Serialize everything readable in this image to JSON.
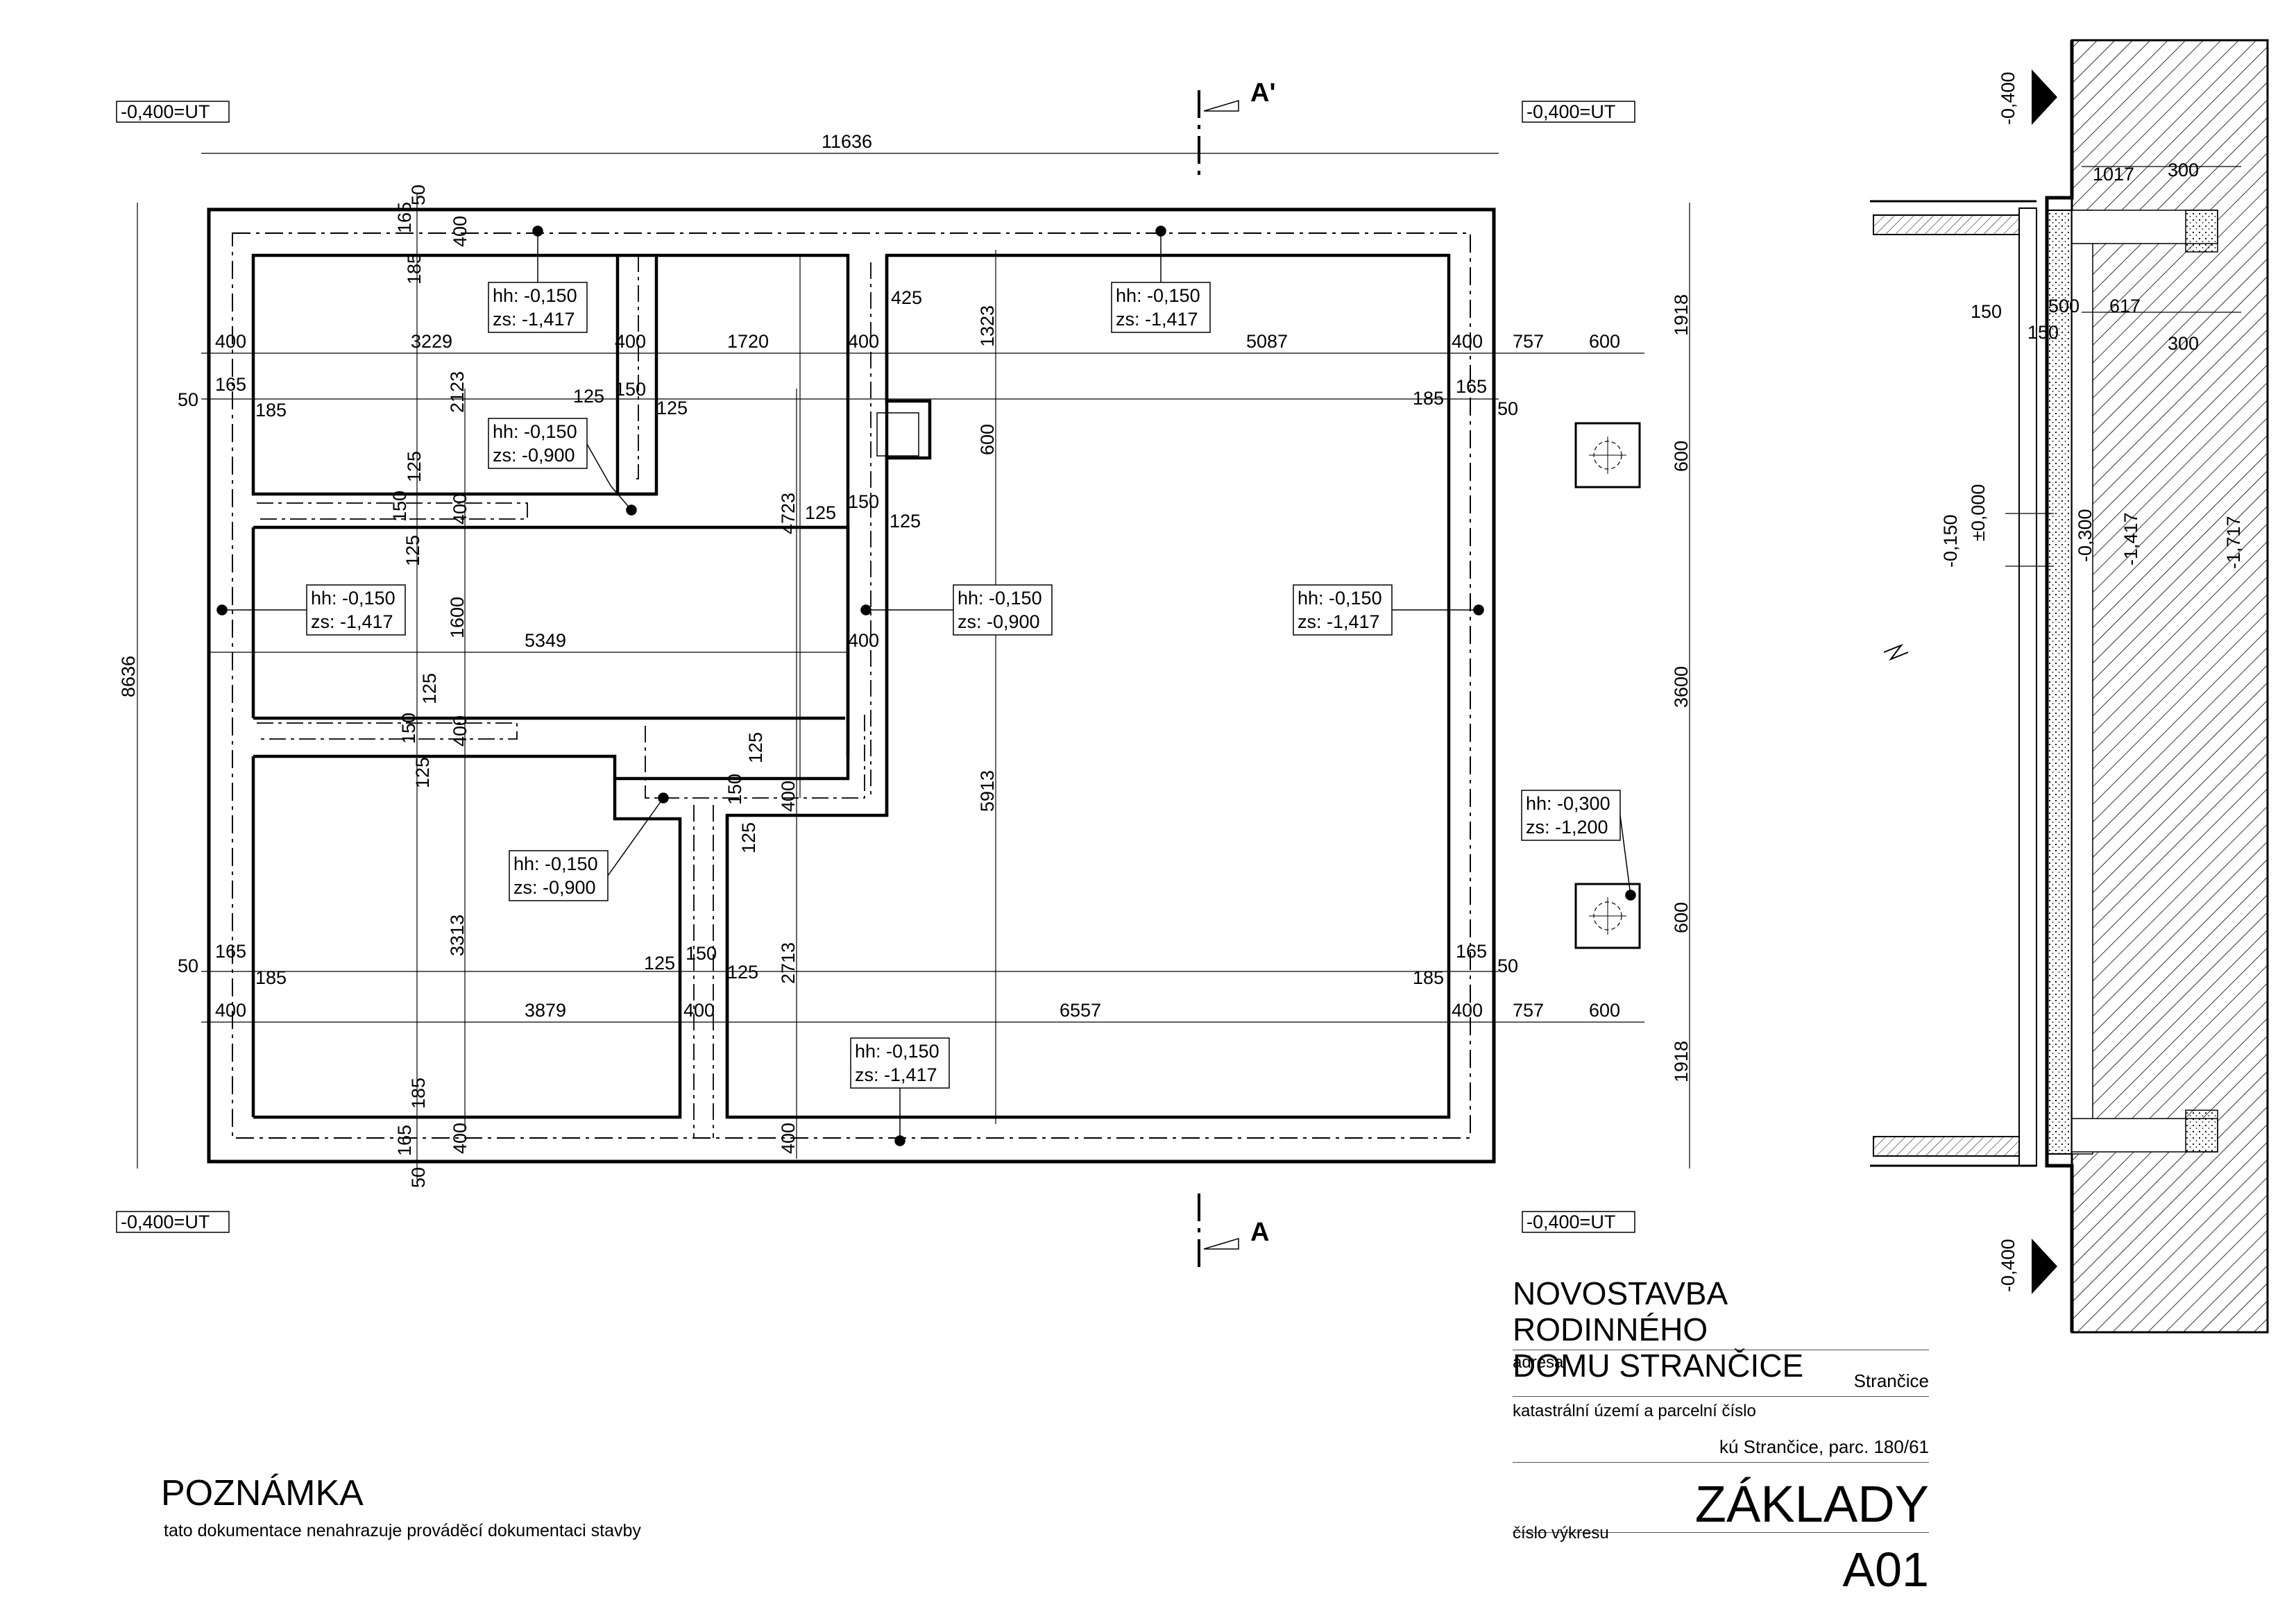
{
  "project": {
    "title_line1": "NOVOSTAVBA RODINNÉHO",
    "title_line2": "DOMU STRANČICE"
  },
  "title_block": {
    "address_label": "adresa",
    "address_value": "Strančice",
    "cadastre_label": "katastrální území a parcelní číslo",
    "cadastre_value": "kú Strančice, parc. 180/61",
    "drawing_title": "ZÁKLADY",
    "drawing_number_label": "číslo výkresu",
    "drawing_number": "A01"
  },
  "note": {
    "title": "POZNÁMKA",
    "text": "tato dokumentace nenahrazuje prováděcí dokumentaci stavby"
  },
  "section_marks": {
    "top": "A'",
    "bottom": "A"
  },
  "corner_levels": {
    "label": "-0,400=UT"
  },
  "dimensions": {
    "overall_width": "11636",
    "overall_height": "8636",
    "row1": [
      "400",
      "3229",
      "400",
      "1720",
      "400",
      "5087",
      "400",
      "757",
      "600"
    ],
    "row2": [
      "400",
      "3879",
      "400",
      "6557",
      "400",
      "757",
      "600"
    ],
    "right_chain": [
      "1918",
      "600",
      "3600",
      "600",
      "1918"
    ],
    "inner": {
      "d5349": "5349",
      "d400m": "400",
      "d425": "425",
      "d1323": "1323",
      "d600": "600",
      "d4723": "4723",
      "d5913": "5913",
      "d2123": "2123",
      "d1600": "1600",
      "d3313": "3313",
      "d2713": "2713",
      "d50": "50",
      "d165": "165",
      "d185": "185",
      "d125": "125",
      "d150": "150",
      "d400": "400"
    }
  },
  "level_tags": [
    {
      "hh": "hh: -0,150",
      "zs": "zs: -1,417"
    },
    {
      "hh": "hh: -0,150",
      "zs": "zs: -0,900"
    },
    {
      "hh": "hh: -0,150",
      "zs": "zs: -1,417"
    },
    {
      "hh": "hh: -0,150",
      "zs": "zs: -1,417"
    },
    {
      "hh": "hh: -0,150",
      "zs": "zs: -0,900"
    },
    {
      "hh": "hh: -0,150",
      "zs": "zs: -1,417"
    },
    {
      "hh": "hh: -0,150",
      "zs": "zs: -0,900"
    },
    {
      "hh": "hh: -0,150",
      "zs": "zs: -1,417"
    },
    {
      "hh": "hh: -0,300",
      "zs": "zs: -1,200"
    }
  ],
  "section_detail": {
    "levels": [
      "-0,400",
      "-0,400",
      "-0,150",
      "±0,000",
      "-0,300",
      "-1,417",
      "-1,717"
    ],
    "dims": [
      "1017",
      "300",
      "150",
      "500",
      "617",
      "300",
      "150"
    ]
  }
}
